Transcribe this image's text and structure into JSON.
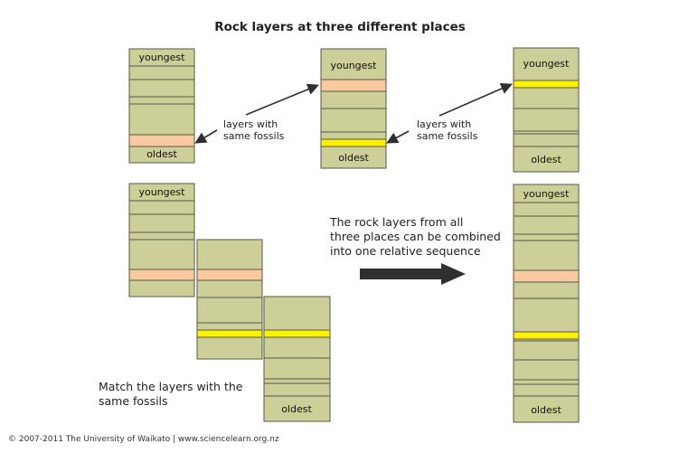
{
  "title": "Rock layers at three different places",
  "labels": {
    "youngest": "youngest",
    "oldest": "oldest"
  },
  "notes": {
    "same_fossils_1_line1": "layers with",
    "same_fossils_1_line2": "same fossils",
    "same_fossils_2_line1": "layers with",
    "same_fossils_2_line2": "same fossils",
    "combined_line1": "The rock layers from all",
    "combined_line2": "three places can be combined",
    "combined_line3": "into one relative sequence",
    "match_line1": "Match the layers with the",
    "match_line2": "same fossils"
  },
  "footer": "© 2007-2011 The University of Waikato | www.sciencelearn.org.nz",
  "colors": {
    "rock": "#cdcf98",
    "orange_fossil_layer": "#f9c9a0",
    "yellow_fossil_layer": "#fff200",
    "outline": "#55574a",
    "arrow": "#2f2f2f"
  }
}
